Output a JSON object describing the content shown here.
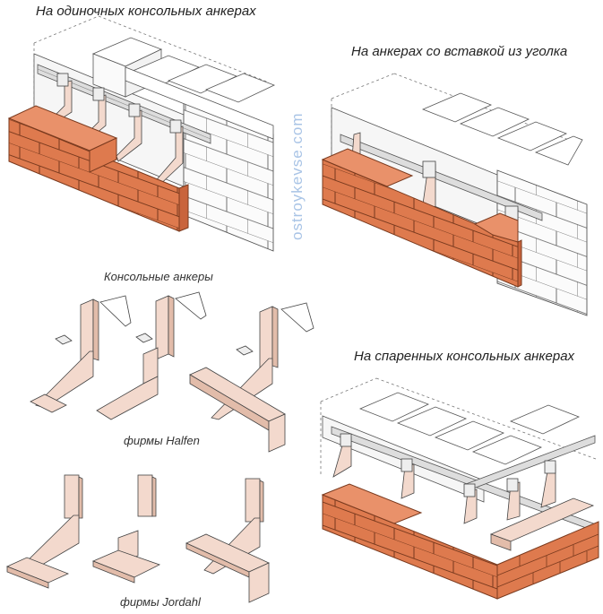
{
  "captions": {
    "single_anchors": "На одиночных консольных анкерах",
    "angle_insert_anchors": "На анкерах со вставкой из уголка",
    "paired_anchors": "На спаренных консольных анкерах",
    "console_anchors": "Консольные анкеры",
    "halfen": "фирмы Halfen",
    "jordahl": "фирмы Jordahl"
  },
  "watermark": "ostroykevse.com",
  "colors": {
    "brick": "#de7a4e",
    "brick_top": "#e9916a",
    "brick_side": "#c9643c",
    "mortar": "#7a3a1e",
    "block_face": "#fbfbfb",
    "block_line": "#555555",
    "steel": "#f3d9cd",
    "steel_dark": "#e2bcaa",
    "watermark": "#a9c4e6"
  }
}
